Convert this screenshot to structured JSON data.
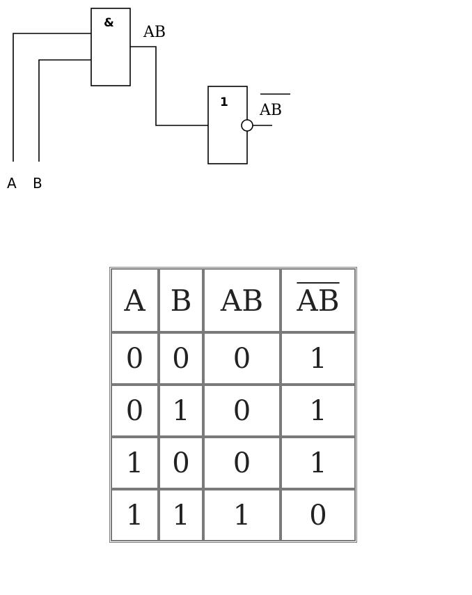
{
  "circuit": {
    "and_gate_symbol": "&",
    "and_output_label": "AB",
    "not_gate_symbol": "1",
    "not_output_label": "AB",
    "input_a_label": "A",
    "input_b_label": "B"
  },
  "truth_table": {
    "headers": [
      "A",
      "B",
      "AB",
      "AB"
    ],
    "rows": [
      [
        "0",
        "0",
        "0",
        "1"
      ],
      [
        "0",
        "1",
        "0",
        "1"
      ],
      [
        "1",
        "0",
        "0",
        "1"
      ],
      [
        "1",
        "1",
        "1",
        "0"
      ]
    ]
  }
}
